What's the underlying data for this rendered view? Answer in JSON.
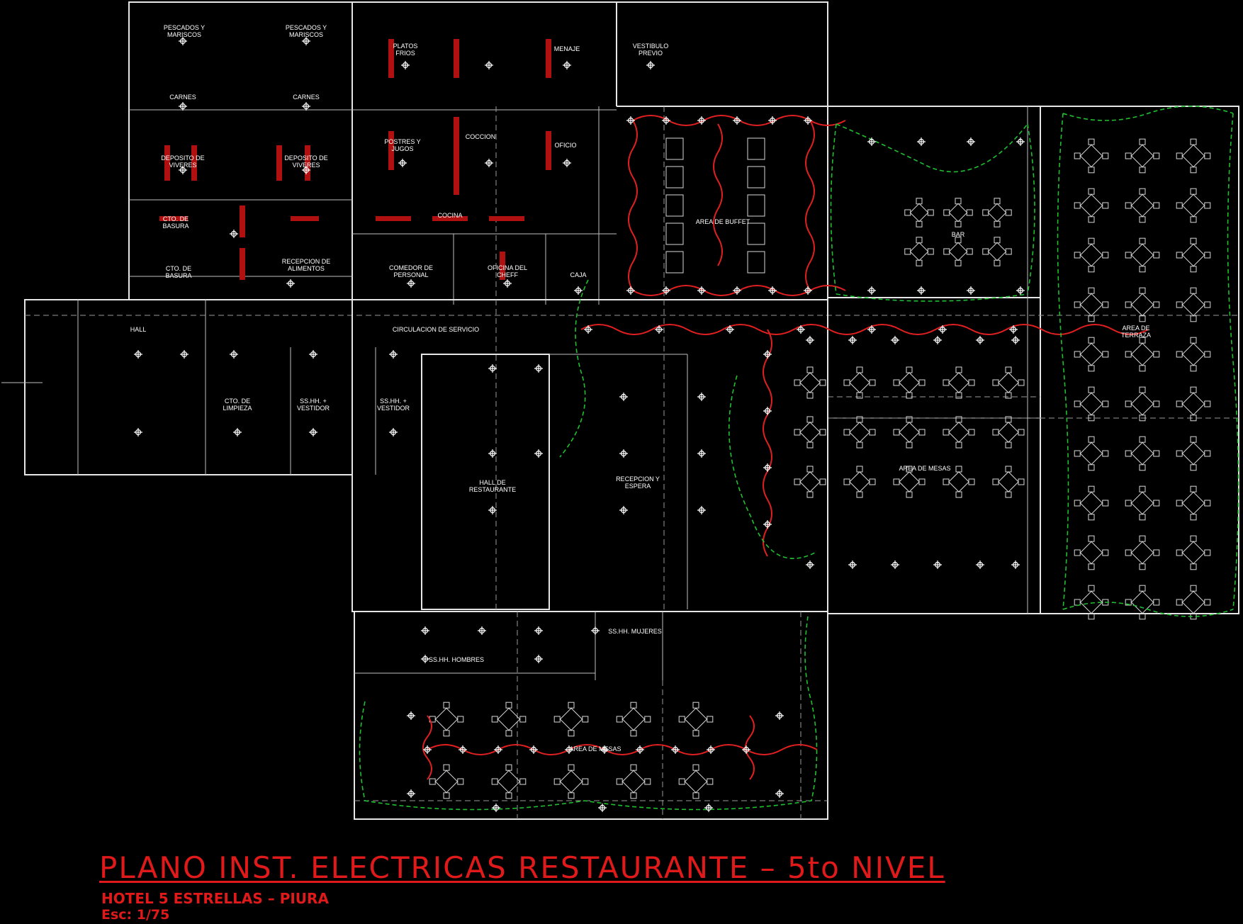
{
  "drawing": {
    "title": "PLANO INST. ELECTRICAS RESTAURANTE – 5to NIVEL",
    "subtitle": "HOTEL 5 ESTRELLAS – PIURA",
    "scale": "Esc: 1/75"
  },
  "colors": {
    "background": "#000000",
    "walls": "#e6e6e6",
    "title": "#e01a1a",
    "lighting_circuit": "#e02020",
    "emergency_circuit": "#1fbf2f",
    "notes": "#2a8cff"
  },
  "rooms": {
    "pescados_1": [
      "PESCADOS Y",
      "MARISCOS"
    ],
    "pescados_2": [
      "PESCADOS Y",
      "MARISCOS"
    ],
    "carnes_1": "CARNES",
    "carnes_2": "CARNES",
    "deposito_1": [
      "DEPOSITO DE",
      "VIVERES"
    ],
    "deposito_2": [
      "DEPOSITO DE",
      "VIVERES"
    ],
    "ctd_basura_1": [
      "CTO. DE",
      "BASURA"
    ],
    "ctd_basura_2": [
      "CTO. DE",
      "BASURA"
    ],
    "recepcion_alimentos": [
      "RECEPCION DE",
      "ALIMENTOS"
    ],
    "platos_frios": [
      "PLATOS",
      "FRIOS"
    ],
    "menaje": "MENAJE",
    "vestibulo": [
      "VESTIBULO",
      "PREVIO"
    ],
    "postres": [
      "POSTRES Y",
      "JUGOS"
    ],
    "coccion": "COCCION",
    "oficio": "OFICIO",
    "cocina": "COCINA",
    "comedor_personal": [
      "COMEDOR DE",
      "PERSONAL"
    ],
    "oficina_chef": [
      "OFICINA DEL",
      "CHEFF"
    ],
    "caja": "CAJA",
    "area_buffet": "AREA DE BUFFET",
    "bar": "BAR",
    "area_terraza": [
      "AREA DE",
      "TERRAZA"
    ],
    "hall": "HALL",
    "circulacion": "CIRCULACION DE SERVICIO",
    "cto_limpieza": [
      "CTO. DE",
      "LIMPIEZA"
    ],
    "sshh_vestidor_1": [
      "SS.HH. +",
      "VESTIDOR"
    ],
    "sshh_vestidor_2": [
      "SS.HH. +",
      "VESTIDOR"
    ],
    "hall_restaurante": [
      "HALL DE",
      "RESTAURANTE"
    ],
    "recepcion_espera": [
      "RECEPCION Y",
      "ESPERA"
    ],
    "area_mesas_1": "AREA DE MESAS",
    "sshh_mujeres": "SS.HH. MUJERES",
    "sshh_hombres": "SS.HH. HOMBRES",
    "area_mesas_2": "AREA DE MESAS"
  }
}
